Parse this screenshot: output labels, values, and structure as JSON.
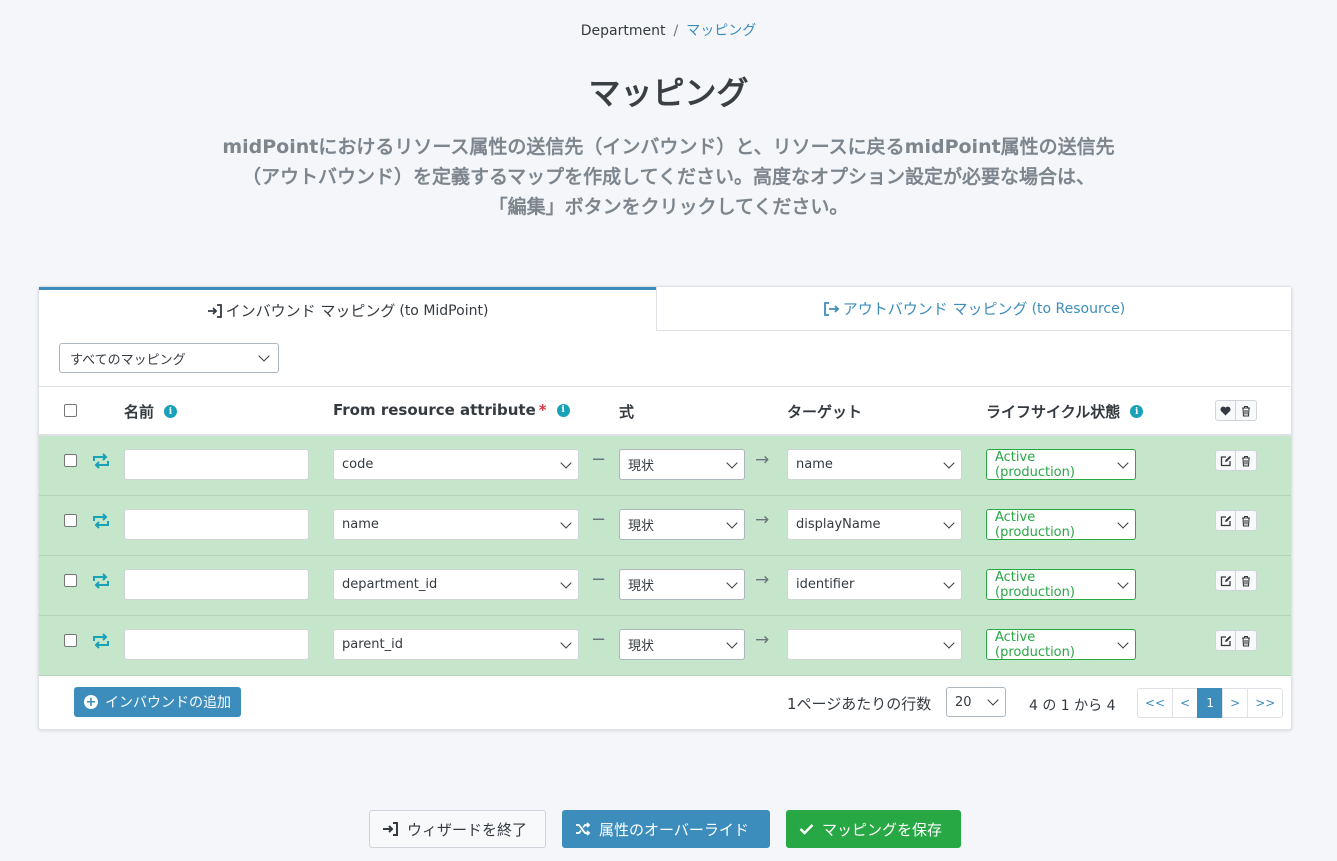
{
  "breadcrumb": {
    "parent": "Department",
    "separator": "/",
    "current": "マッピング"
  },
  "page": {
    "title": "マッピング",
    "description_lines": [
      "midPointにおけるリソース属性の送信先（インバウンド）と、リソースに戻るmidPoint属性の送信先",
      "（アウトバウンド）を定義するマップを作成してください。高度なオプション設定が必要な場合は、",
      "「編集」ボタンをクリックしてください。"
    ]
  },
  "tabs": {
    "inbound": {
      "label": "インバウンド マッピング",
      "suffix": "(to MidPoint)"
    },
    "outbound": {
      "label": "アウトバウンド マッピング",
      "suffix": "(to Resource)"
    }
  },
  "filter": {
    "selected": "すべてのマッピング"
  },
  "table": {
    "headers": {
      "name": "名前",
      "source": "From resource attribute",
      "required_mark": "*",
      "expression": "式",
      "target": "ターゲット",
      "lifecycle": "ライフサイクル状態"
    },
    "rows": [
      {
        "name": "",
        "source": "code",
        "expression": "現状",
        "target": "name",
        "lifecycle": "Active (production)"
      },
      {
        "name": "",
        "source": "name",
        "expression": "現状",
        "target": "displayName",
        "lifecycle": "Active (production)"
      },
      {
        "name": "",
        "source": "department_id",
        "expression": "現状",
        "target": "identifier",
        "lifecycle": "Active (production)"
      },
      {
        "name": "",
        "source": "parent_id",
        "expression": "現状",
        "target": "",
        "lifecycle": "Active (production)"
      }
    ],
    "dash_glyph": "−",
    "arrow_glyph": "→"
  },
  "footer_table": {
    "add_button": "インバウンドの追加",
    "per_page_label": "1ページあたりの行数",
    "per_page_value": "20",
    "count_text": "4 の 1 から 4",
    "pager": [
      "<<",
      "<",
      "1",
      ">",
      ">>"
    ]
  },
  "actions": {
    "exit": "ウィザードを終了",
    "override": "属性のオーバーライド",
    "save": "マッピングを保存"
  },
  "colors": {
    "primary": "#3c8dbc",
    "success": "#28a745",
    "row_bg": "#c6e6cc",
    "info": "#17a2b8",
    "required": "#dc3545"
  },
  "icons": {
    "sync": "sync-icon",
    "edit": "edit-icon",
    "delete": "trash-icon",
    "heart": "heart-icon",
    "sign_in": "sign-in-icon",
    "sign_out": "sign-out-icon",
    "shuffle": "shuffle-icon",
    "check": "check-icon",
    "plus": "plus-circle-icon"
  }
}
